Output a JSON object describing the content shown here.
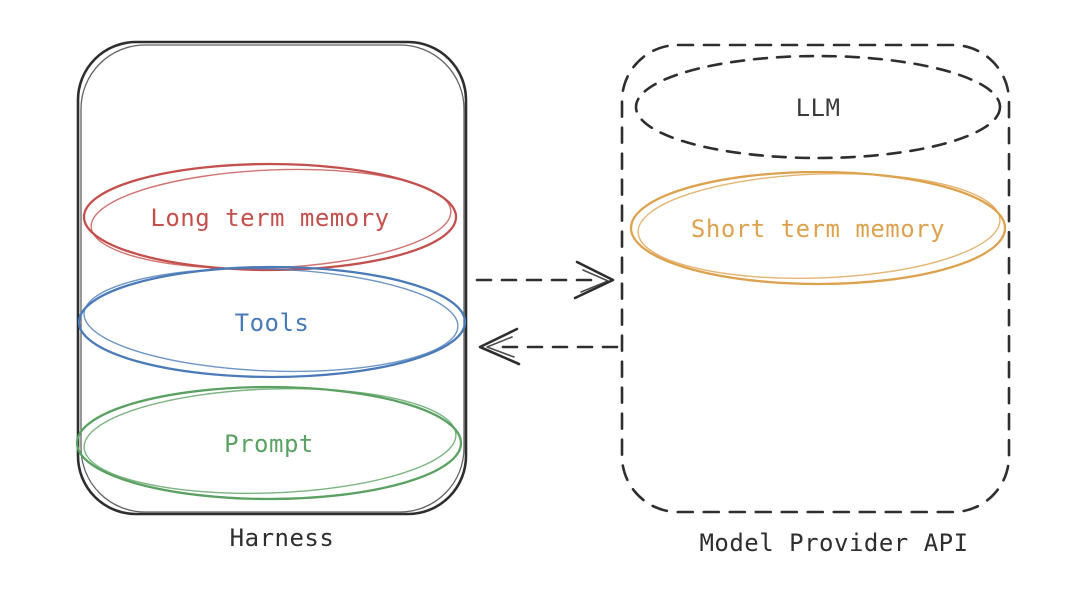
{
  "diagram": {
    "title": "Agent harness and model provider diagram",
    "ink": "#2e2e2e",
    "background": "#ffffff",
    "harness": {
      "caption": "Harness",
      "outline_style": "solid",
      "nodes": [
        {
          "label": "Long term memory",
          "color": "#c4504e",
          "outline": "solid"
        },
        {
          "label": "Tools",
          "color": "#4a7ab8",
          "outline": "solid"
        },
        {
          "label": "Prompt",
          "color": "#5ba163",
          "outline": "solid"
        }
      ]
    },
    "model_provider": {
      "caption": "Model Provider API",
      "outline_style": "dashed",
      "nodes": [
        {
          "label": "LLM",
          "color": "#3a3a3a",
          "outline": "dashed"
        },
        {
          "label": "Short term memory",
          "color": "#dda24f",
          "outline": "solid"
        }
      ]
    },
    "arrows": [
      {
        "direction": "harness-to-model-provider",
        "style": "dashed"
      },
      {
        "direction": "model-provider-to-harness",
        "style": "dashed"
      }
    ]
  }
}
